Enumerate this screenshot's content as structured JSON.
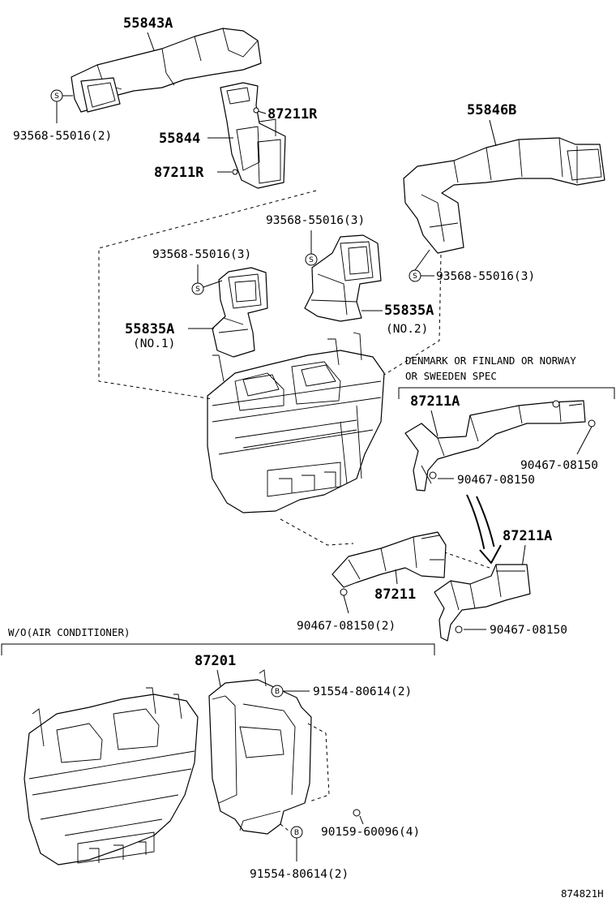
{
  "parts": {
    "p55843A": "55843A",
    "p93568_top": "93568-55016(2)",
    "p87211R_a": "87211R",
    "p55844": "55844",
    "p87211R_b": "87211R",
    "p55846B": "55846B",
    "p93568_a": "93568-55016(3)",
    "p93568_b": "93568-55016(3)",
    "p93568_c": "93568-55016(3)",
    "p55835A_1": "55835A",
    "no1": "(NO.1)",
    "p55835A_2": "55835A",
    "no2": "(NO.2)",
    "p87211A_a": "87211A",
    "p90467_a": "90467-08150",
    "p90467_b": "90467-08150",
    "p87211A_b": "87211A",
    "p87211": "87211",
    "p90467_c": "90467-08150(2)",
    "p90467_d": "90467-08150",
    "p87201": "87201",
    "p91554_a": "91554-80614(2)",
    "p90159": "90159-60096(4)",
    "p91554_b": "91554-80614(2)"
  },
  "notes": {
    "spec_line1": "DENMARK OR FINLAND OR NORWAY",
    "spec_line2": "OR SWEEDEN SPEC",
    "without_ac": "W/O(AIR CONDITIONER)"
  },
  "symbols": {
    "s": "S",
    "b": "B"
  },
  "figure_id": "874821H"
}
